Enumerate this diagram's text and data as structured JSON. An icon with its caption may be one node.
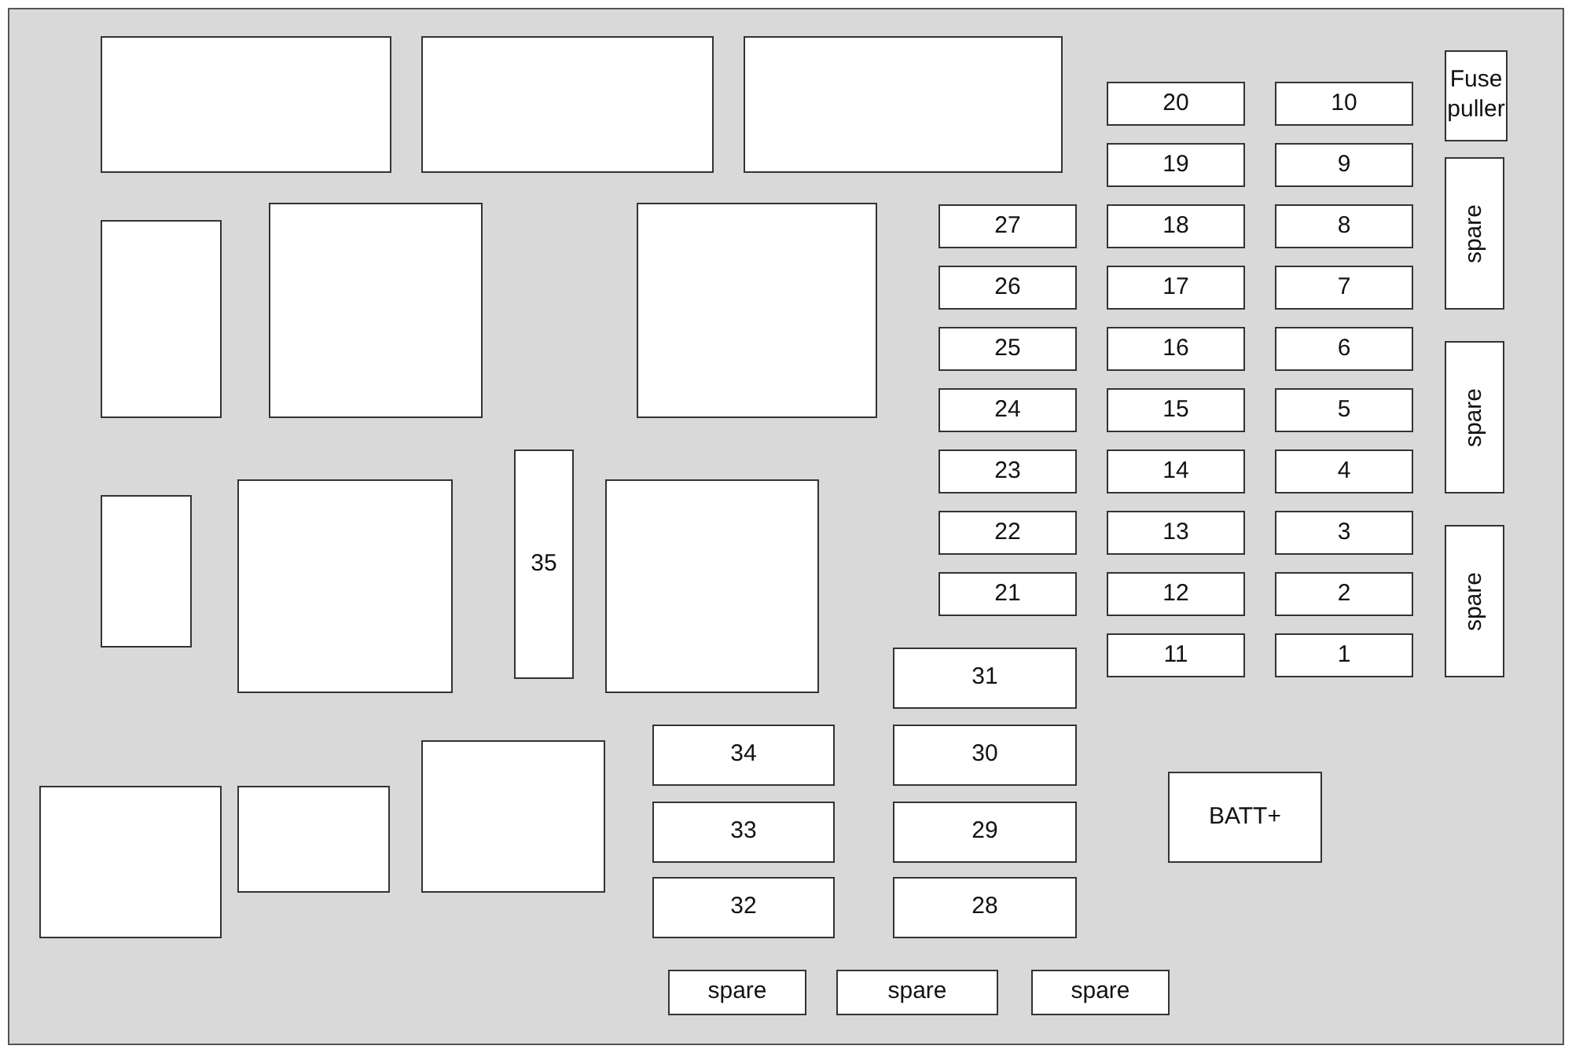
{
  "diagram": {
    "nodes": [
      {
        "text": [],
        "shape": "box"
      },
      {
        "text": [],
        "shape": "box"
      },
      {
        "text": [],
        "shape": "box"
      },
      {
        "text": [
          "20"
        ]
      },
      {
        "text": [
          "10"
        ]
      },
      {
        "text": [
          "Fuse puller"
        ]
      },
      {
        "text": [
          "19"
        ]
      },
      {
        "text": [
          "9"
        ]
      },
      {
        "text": [
          "spare"
        ]
      },
      {
        "text": [],
        "shape": "box"
      },
      {
        "text": [],
        "shape": "box"
      },
      {
        "text": [],
        "shape": "box"
      },
      {
        "text": [
          "27"
        ]
      },
      {
        "text": [
          "18"
        ]
      },
      {
        "text": [
          "8"
        ]
      },
      {
        "text": [
          "26"
        ]
      },
      {
        "text": [
          "17"
        ]
      },
      {
        "text": [
          "7"
        ]
      },
      {
        "text": [
          "spare"
        ]
      },
      {
        "text": [
          "25"
        ]
      },
      {
        "text": [
          "16"
        ]
      },
      {
        "text": [
          "6"
        ]
      },
      {
        "text": [
          "24"
        ]
      },
      {
        "text": [
          "15"
        ]
      },
      {
        "text": [
          "5"
        ]
      },
      {
        "text": [],
        "shape": "box"
      },
      {
        "text": [],
        "shape": "box"
      },
      {
        "text": [
          "35"
        ]
      },
      {
        "text": [],
        "shape": "box"
      },
      {
        "text": [
          "23"
        ]
      },
      {
        "text": [
          "14"
        ]
      },
      {
        "text": [
          "4"
        ]
      },
      {
        "text": [
          "spare"
        ]
      },
      {
        "text": [
          "22"
        ]
      },
      {
        "text": [
          "13"
        ]
      },
      {
        "text": [
          "3"
        ]
      },
      {
        "text": [
          "21"
        ]
      },
      {
        "text": [
          "12"
        ]
      },
      {
        "text": [
          "2"
        ]
      },
      {
        "text": [
          "31"
        ]
      },
      {
        "text": [
          "11"
        ]
      },
      {
        "text": [
          "1"
        ]
      },
      {
        "text": [
          "34"
        ]
      },
      {
        "text": [
          "30"
        ]
      },
      {
        "text": [],
        "shape": "box"
      },
      {
        "text": [],
        "shape": "box"
      },
      {
        "text": [],
        "shape": "box"
      },
      {
        "text": [
          "BATT+"
        ]
      },
      {
        "text": [
          "33"
        ]
      },
      {
        "text": [
          "29"
        ]
      },
      {
        "text": [
          "32"
        ]
      },
      {
        "text": [
          "28"
        ]
      },
      {
        "text": [
          "spare"
        ]
      },
      {
        "text": [
          "spare"
        ]
      },
      {
        "text": [
          "spare"
        ]
      }
    ]
  }
}
